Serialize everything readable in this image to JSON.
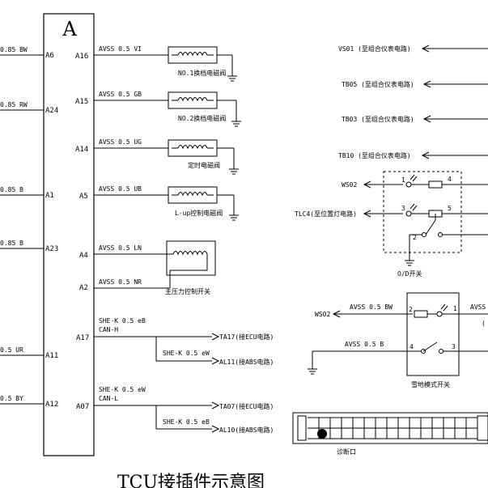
{
  "connector": {
    "title": "A",
    "left_pins": [
      {
        "wire": "0.85 BW",
        "pin": "A6"
      },
      {
        "wire": "0.85 RW",
        "pin": "A24"
      },
      {
        "wire": "0.85 B",
        "pin": "A1"
      },
      {
        "wire": "0.85 B",
        "pin": "A23"
      },
      {
        "wire": "0.5 UR",
        "pin": "A11"
      },
      {
        "wire": "0.5 BY",
        "pin": "A12"
      }
    ],
    "right_pins": [
      {
        "pin": "A16",
        "wire": "AVSS 0.5 VI",
        "component": "NO.1换档电磁阀"
      },
      {
        "pin": "A15",
        "wire": "AVSS 0.5 GB",
        "component": "NO.2换档电磁阀"
      },
      {
        "pin": "A14",
        "wire": "AVSS 0.5 UG",
        "component": "定时电磁阀"
      },
      {
        "pin": "A5",
        "wire": "AVSS 0.5 UB",
        "component": "L-up控制电磁阀"
      },
      {
        "pin": "A4",
        "wire": "AVSS 0.5 LN",
        "component": ""
      },
      {
        "pin": "A2",
        "wire": "AVSS 0.5 NR",
        "component": "主压力控制开关"
      }
    ],
    "can_h": {
      "pin": "A17",
      "wire1": "SHE-K 0.5 eB",
      "wire1_sub": "CAN-H",
      "wire2": "SHE-K 0.5 eW",
      "dest1": "TA17(接ECU电路)",
      "dest2": "AL11(接ABS电路)"
    },
    "can_l": {
      "pin": "A07",
      "wire1": "SHE-K 0.5 eW",
      "wire1_sub": "CAN-L",
      "wire2": "SHE-K 0.5 eB",
      "dest1": "TA07(接ECU电路)",
      "dest2": "AL10(接ABS电路)"
    }
  },
  "right_signals": [
    {
      "label": "VS01 (至组合仪表电路)"
    },
    {
      "label": "TB05 (至组合仪表电路)"
    },
    {
      "label": "TB03 (至组合仪表电路)"
    },
    {
      "label": "TB10 (至组合仪表电路)"
    }
  ],
  "od_switch": {
    "ws02": "WS02",
    "tlc4": "TLC4(至位置灯电路)",
    "pin1": "1",
    "pin3": "3",
    "pin4": "4",
    "pin5": "5",
    "pin2": "2",
    "caption": "O/D开关"
  },
  "snow_switch": {
    "ws02": "WS02",
    "wire_top": "AVSS 0.5 BW",
    "wire_top_right": "AVSS",
    "wire_bottom": "AVSS 0.5 B",
    "pin2": "2",
    "pin1": "1",
    "pin4": "4",
    "pin3": "3",
    "paren": "(",
    "caption": "雪地模式开关"
  },
  "diagnostic": {
    "caption": "诊断口"
  },
  "figure_title": "TCU接插件示意图"
}
